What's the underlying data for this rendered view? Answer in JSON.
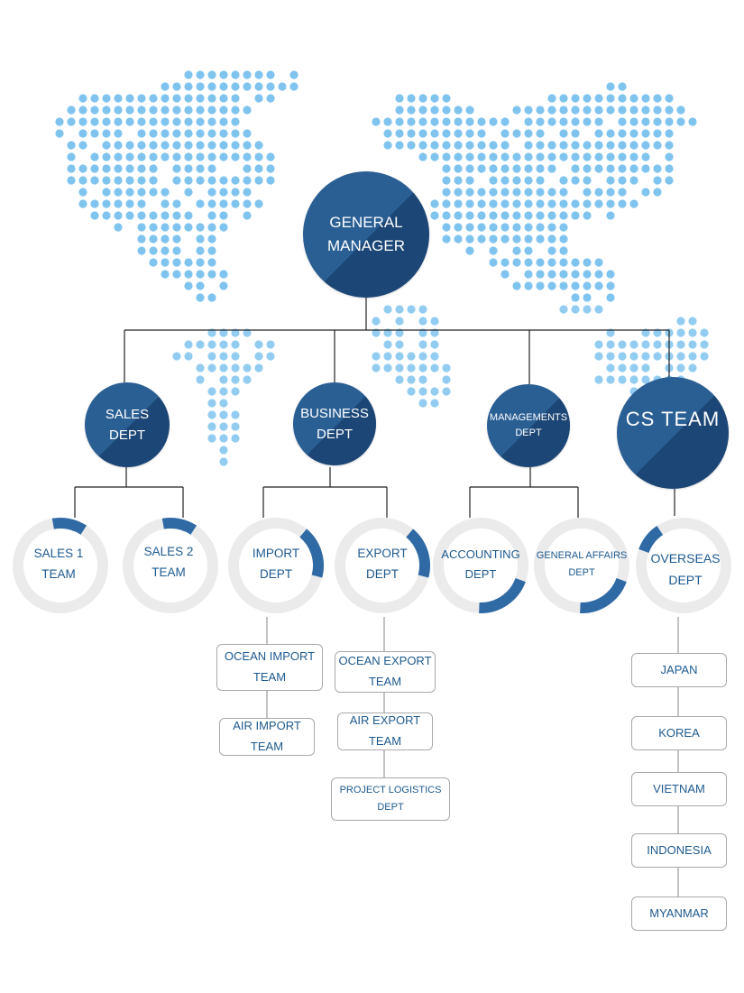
{
  "colors": {
    "dark_blue": "#2a5f94",
    "ring_grey": "#ebebeb",
    "ring_accent": "#2f6aa5",
    "text_blue": "#1d5a8f",
    "map_dot": "#7fc4ef"
  },
  "org": {
    "general_manager": "GENERAL\nMANAGER",
    "departments": {
      "sales": "SALES\nDEPT",
      "business": "BUSINESS\nDEPT",
      "managements": "MANAGEMENTS\nDEPT",
      "cs": "CS TEAM"
    },
    "teams": {
      "sales1": {
        "label": "SALES 1\nTEAM",
        "progress": 0.12
      },
      "sales2": {
        "label": "SALES 2\nTEAM",
        "progress": 0.12
      },
      "import": {
        "label": "IMPORT\nDEPT",
        "progress": 0.18
      },
      "export": {
        "label": "EXPORT\nDEPT",
        "progress": 0.18
      },
      "accounting": {
        "label": "ACCOUNTING\nDEPT",
        "progress": 0.2
      },
      "general_affairs": {
        "label": "GENERAL AFFAIRS\nDEPT",
        "progress": 0.2
      },
      "overseas": {
        "label": "OVERSEAS\nDEPT",
        "progress": 0.1
      }
    },
    "import_units": [
      "OCEAN IMPORT\nTEAM",
      "AIR IMPORT\nTEAM"
    ],
    "export_units": [
      "OCEAN EXPORT\nTEAM",
      "AIR EXPORT\nTEAM",
      "PROJECT LOGISTICS\nDEPT"
    ],
    "countries": [
      "JAPAN",
      "KOREA",
      "VIETNAM",
      "INDONESIA",
      "MYANMAR"
    ]
  }
}
